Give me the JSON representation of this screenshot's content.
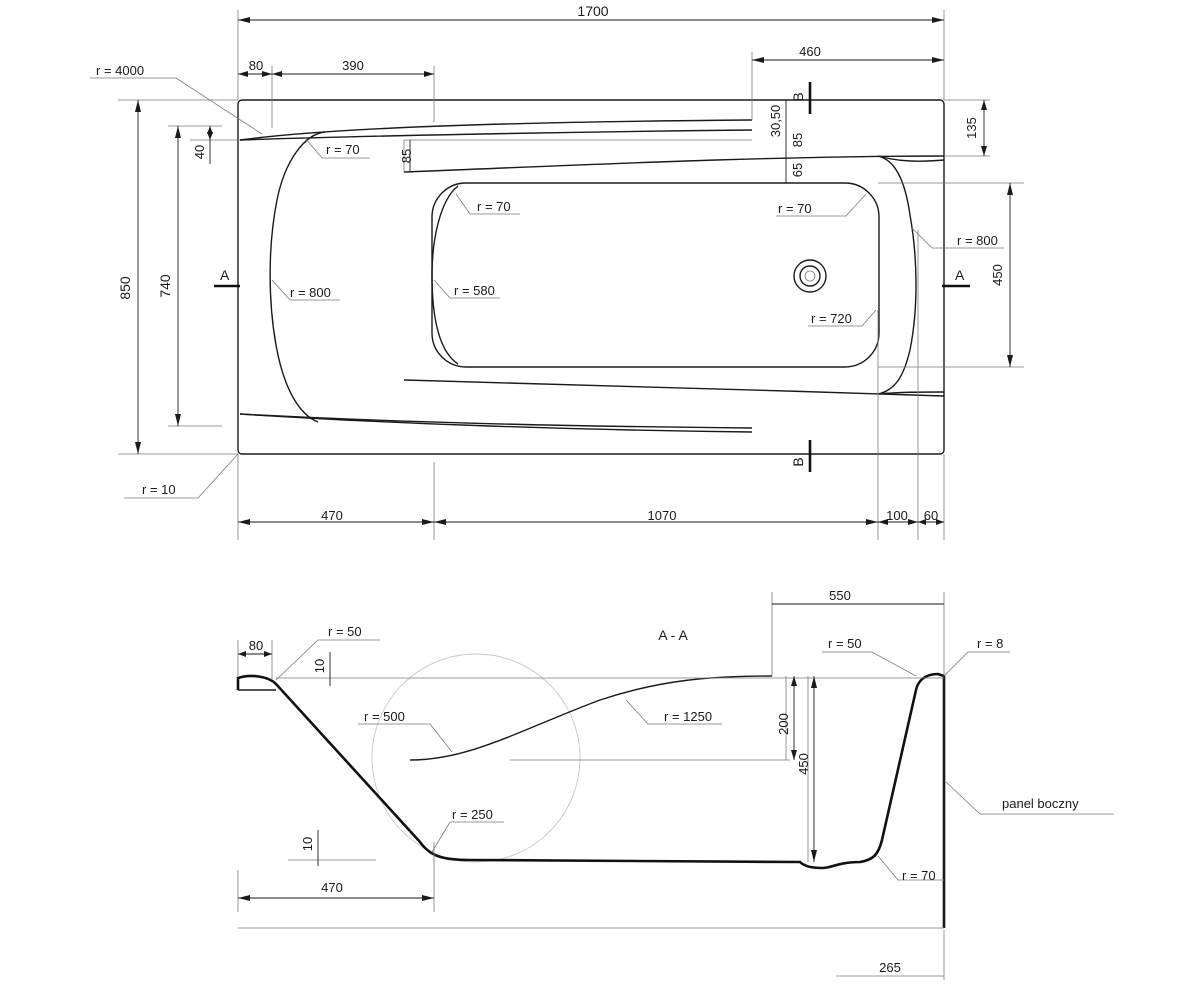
{
  "plan": {
    "overall_length": "1700",
    "top_left_offset": "80",
    "top_width_390": "390",
    "top_right_460": "460",
    "radius_4000": "r = 4000",
    "radius_70_rim": "r = 70",
    "radius_70_inner_left": "r = 70",
    "radius_70_inner_right": "r = 70",
    "radius_800_left": "r = 800",
    "radius_800_right": "r = 800",
    "radius_580": "r = 580",
    "radius_720": "r = 720",
    "radius_10": "r = 10",
    "dim_85_left": "85",
    "dim_30_50": "30,50",
    "dim_85_right": "85",
    "dim_65": "65",
    "dim_135": "135",
    "dim_40": "40",
    "height_850": "850",
    "height_740": "740",
    "height_450": "450",
    "bottom_470": "470",
    "bottom_1070": "1070",
    "bottom_100": "100",
    "bottom_60": "60",
    "section_a_left": "A",
    "section_a_right": "A",
    "section_b_top": "B",
    "section_b_bottom": "B"
  },
  "section": {
    "title": "A - A",
    "dim_550": "550",
    "dim_80": "80",
    "dim_10_top": "10",
    "radius_50_left": "r = 50",
    "radius_50_right": "r = 50",
    "radius_8": "r = 8",
    "radius_500": "r = 500",
    "radius_1250": "r = 1250",
    "radius_250": "r = 250",
    "radius_70": "r = 70",
    "dim_200": "200",
    "dim_450": "450",
    "dim_10_bottom": "10",
    "dim_470": "470",
    "dim_265": "265",
    "side_panel_label": "panel boczny"
  }
}
